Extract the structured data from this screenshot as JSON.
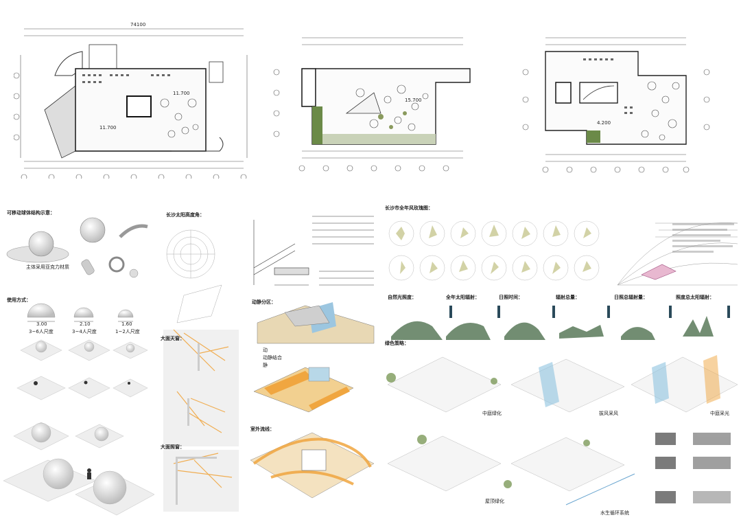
{
  "top_plans": {
    "plan1": {
      "dim_total": "74100",
      "level_a": "11.700",
      "level_b": "11.700"
    },
    "plan2": {
      "level_a": "15.700"
    },
    "plan3": {
      "level_a": "4.200"
    }
  },
  "bottom_left": {
    "title": "可移动球体结构示意：",
    "sub_caption": "主体采用亚克力材质",
    "usage_title": "使用方式：",
    "usages": [
      {
        "dim": "3.00",
        "label": "3~6人尺度"
      },
      {
        "dim": "2.10",
        "label": "3~4人尺度"
      },
      {
        "dim": "1.60",
        "label": "1~2人尺度"
      }
    ]
  },
  "bottom_mid_left": {
    "sun_title": "长沙太阳高度角：",
    "light_title_1": "大面天窗：",
    "light_title_2": "大面照窗："
  },
  "bottom_center": {
    "zone_title": "动静分区：",
    "legend": [
      "动",
      "动静结合",
      "静"
    ],
    "indoor_title": "室外流线："
  },
  "bottom_right": {
    "wind_title": "长沙市全年风玫瑰图：",
    "chart_titles": [
      "自然光照度：",
      "全年太阳辐射：",
      "日照时间：",
      "辐射总量：",
      "日照总辐射量：",
      "照度总太阳辐射："
    ],
    "green_title": "绿色策略：",
    "captions": [
      "中庭绿化",
      "拔风采风",
      "中庭采光",
      "屋顶绿化",
      "水生循环系统"
    ]
  },
  "colors": {
    "accent_orange": "#f0a640",
    "accent_green": "#7d9a5a",
    "accent_blue": "#8ec3e0",
    "line": "#333333"
  }
}
